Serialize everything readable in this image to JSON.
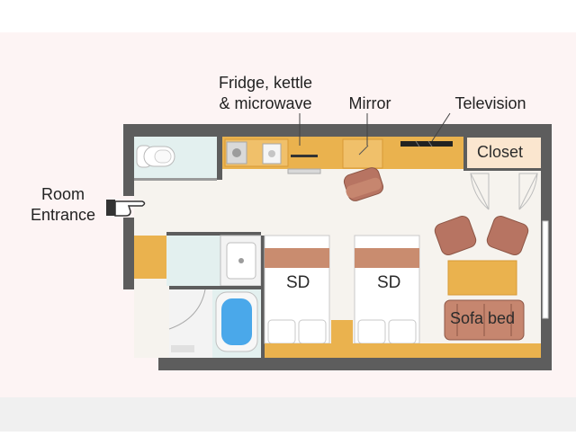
{
  "labels": {
    "fridge_line1": "Fridge, kettle",
    "fridge_line2": "& microwave",
    "mirror": "Mirror",
    "television": "Television",
    "room_entrance_line1": "Room",
    "room_entrance_line2": "Entrance",
    "closet": "Closet",
    "bed_left": "SD",
    "bed_right": "SD",
    "sofa_bed": "Sofa bed"
  },
  "colors": {
    "page_top_band": "#fdf4f4",
    "room_floor": "#f6f3ee",
    "wall": "#5d5d5d",
    "wood": "#eab24e",
    "wood_light": "#f0c06a",
    "bathroom_tile": "#e3f0ef",
    "bed_sheet": "#ffffff",
    "bed_runner": "#c98c6f",
    "chair": "#b77462",
    "sofa": "#c6866f",
    "bath_water": "#4aa8ea",
    "closet_fill": "#fbe6cf"
  }
}
